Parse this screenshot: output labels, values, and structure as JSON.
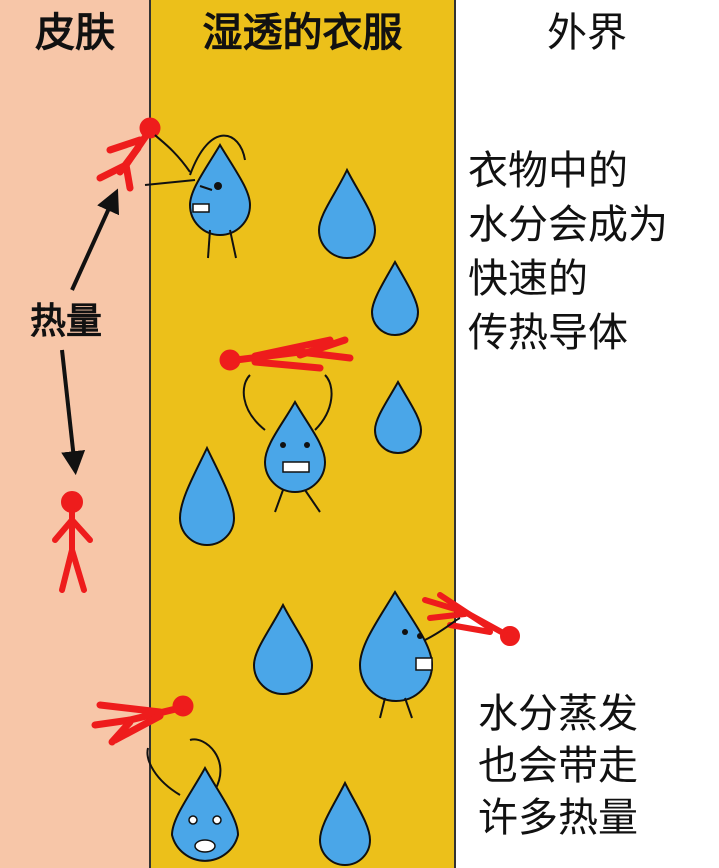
{
  "columns": {
    "skin": "皮肤",
    "wet_clothes": "湿透的衣服",
    "outside": "外界"
  },
  "heat_label": "热量",
  "caption_top": [
    "衣物中的",
    "水分会成为",
    "快速的",
    "传热导体"
  ],
  "caption_bottom": [
    "水分蒸发",
    "也会带走",
    "许多热量"
  ],
  "colors": {
    "skin": "#f7c6a8",
    "clothes": "#ecc01a",
    "outside": "#ffffff",
    "droplet": "#4aa6e8",
    "heat_figure": "#ee1c1c",
    "outline": "#111111"
  },
  "icons": [
    "water-droplet-icon",
    "heat-stick-figure-icon",
    "arrow-icon"
  ]
}
